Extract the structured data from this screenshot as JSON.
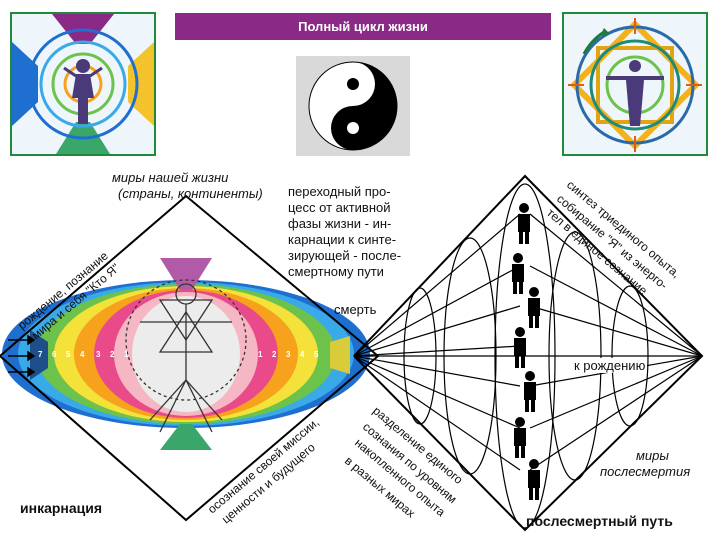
{
  "title": "Полный цикл жизни",
  "labels": {
    "worlds_life_1": "миры нашей жизни",
    "worlds_life_2": "(страны, континенты)",
    "transition": [
      "переходный про-",
      "цесс от активной",
      "фазы жизни - ин-",
      "карнации к синте-",
      "зирующей - после-",
      "смертному пути"
    ],
    "death": "смерть",
    "synthesis": [
      "синтез триединого опыта,",
      "собирание \"Я\" из энерго-",
      "тел в единое сознание"
    ],
    "birth_cognition": [
      "рождение, познание",
      "мира и себя \"Кто Я\""
    ],
    "to_birth": "к рождению",
    "awareness": [
      "осознание своей миссии,",
      "ценности и будущего"
    ],
    "separation": [
      "разделение единого",
      "сознания по уровням",
      "накопленного опыта",
      "в разных мирах"
    ],
    "worlds_after_1": "миры",
    "worlds_after_2": "послесмертия",
    "incarnation": "инкарнация",
    "afterlife_path": "послесмертный путь"
  },
  "left_band_numbers": [
    "7",
    "6",
    "5",
    "4",
    "3",
    "2",
    "1"
  ],
  "right_band_numbers": [
    "1",
    "2",
    "3",
    "4",
    "5"
  ],
  "colors": {
    "banner": "#8a2a86",
    "panel_border": "#1f8a3e",
    "bands": [
      "#1e6fd0",
      "#3aa9e8",
      "#6cc24a",
      "#f4e23a",
      "#f7a21c",
      "#e94b8a",
      "#f6b7c4"
    ]
  }
}
